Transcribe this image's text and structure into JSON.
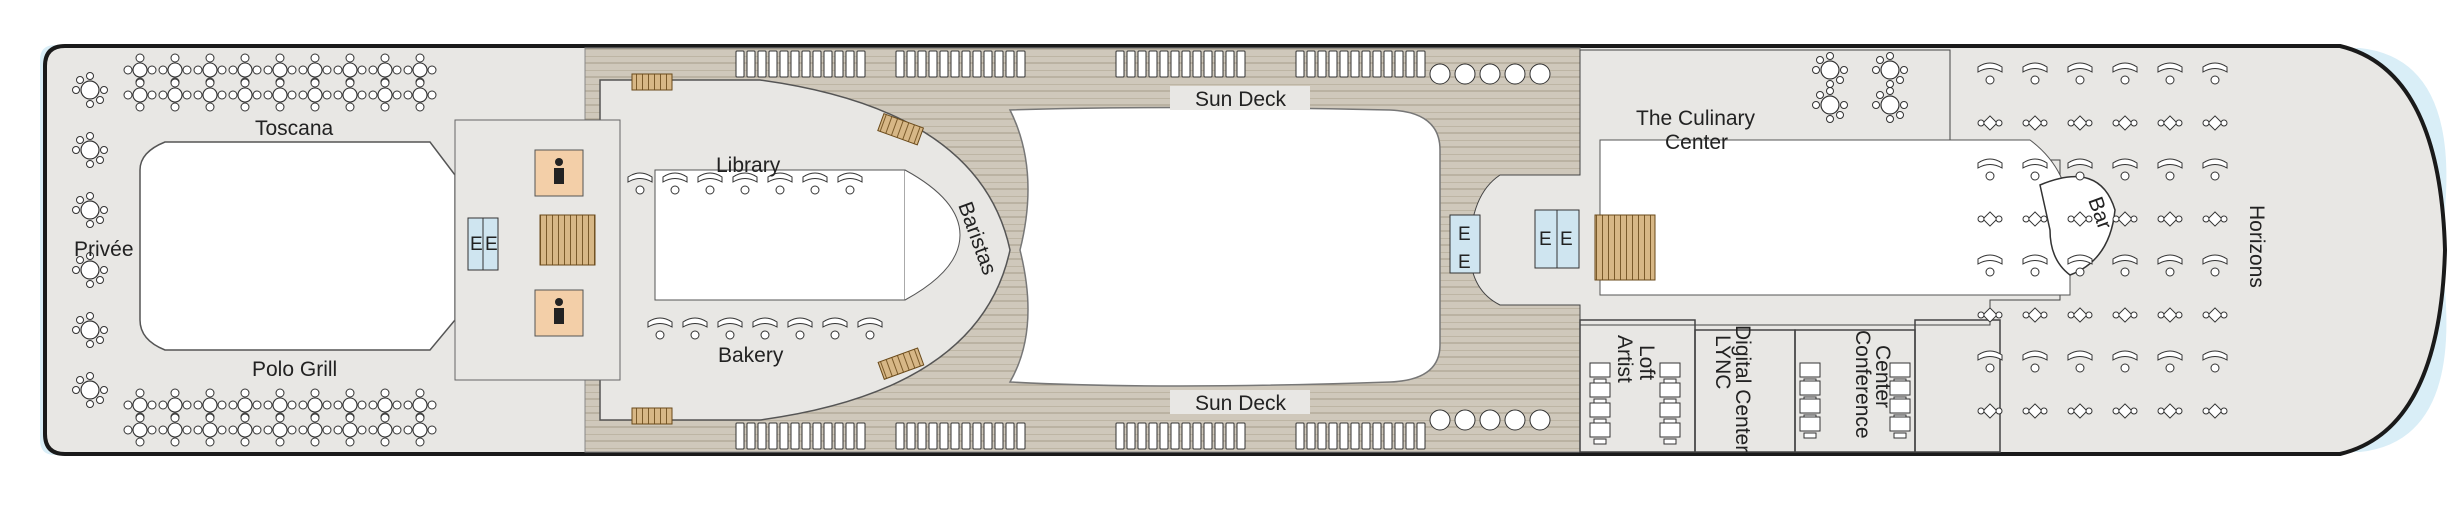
{
  "labels": {
    "privee": "Privée",
    "toscana": "Toscana",
    "polo_grill": "Polo Grill",
    "library": "Library",
    "bakery": "Bakery",
    "baristas": "Baristas",
    "sun_deck_top": "Sun Deck",
    "sun_deck_bottom": "Sun Deck",
    "culinary_line1": "The Culinary",
    "culinary_line2": "Center",
    "artist_line1": "Artist",
    "artist_line2": "Loft",
    "lync_line1": "LYNC",
    "lync_line2": "Digital Center",
    "conference_line1": "Conference",
    "conference_line2": "Center",
    "bar": "Bar",
    "horizons": "Horizons",
    "elevator": "E"
  },
  "colors": {
    "hull_outline": "#1a1a1a",
    "floor": "#e8e7e4",
    "deck_planks": "#cfc8bb",
    "plank_line": "#9e9482",
    "water": "#d9eef7",
    "elevator": "#cfe5f0",
    "restroom": "#f3cfa8",
    "stairs": "#d7b786",
    "furniture_stroke": "#333333"
  },
  "icons": {
    "elevator": "elevator-icon",
    "restroom": "restroom-icon",
    "stairs": "stairs-icon"
  }
}
